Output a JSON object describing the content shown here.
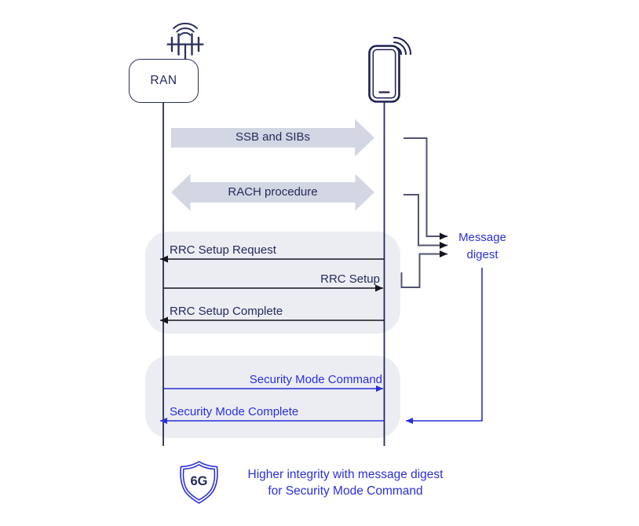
{
  "colors": {
    "navy_text": "#252a5a",
    "accent_blue": "#2b2fd8",
    "block_arrow_fill": "#d3d7e3",
    "group_panel_fill": "#ebedf3",
    "message_line": "#15151f",
    "bracket_line": "#50546f"
  },
  "actors": {
    "ran": {
      "label": "RAN",
      "icon": "antenna-icon"
    },
    "ue": {
      "icon": "smartphone-icon"
    }
  },
  "broadcast": {
    "ssb": {
      "label": "SSB and SIBs",
      "direction": "ran-to-ue"
    },
    "rach": {
      "label": "RACH procedure",
      "direction": "bidirectional"
    }
  },
  "rrc_group": {
    "messages": [
      {
        "label": "RRC Setup Request",
        "direction": "ue-to-ran"
      },
      {
        "label": "RRC Setup",
        "direction": "ran-to-ue"
      },
      {
        "label": "RRC Setup Complete",
        "direction": "ue-to-ran"
      }
    ]
  },
  "security_group": {
    "messages": [
      {
        "label": "Security Mode Command",
        "direction": "ran-to-ue"
      },
      {
        "label": "Security Mode Complete",
        "direction": "ue-to-ran"
      }
    ]
  },
  "annotation": {
    "message_digest": "Message\ndigest"
  },
  "footer": {
    "badge": "6G",
    "caption_line1": "Higher integrity with message digest",
    "caption_line2": "for Security Mode Command"
  }
}
